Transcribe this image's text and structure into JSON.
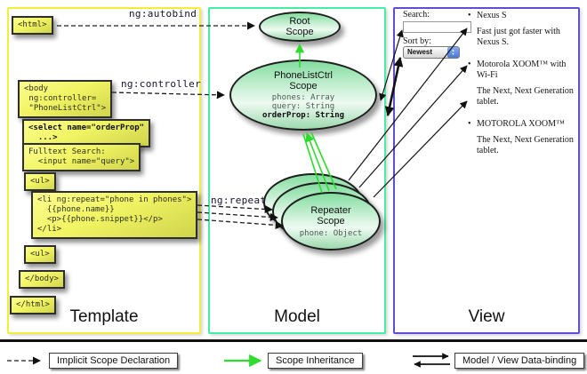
{
  "columns": {
    "template": "Template",
    "model": "Model",
    "view": "View"
  },
  "code": {
    "html_open": "<html>",
    "body_open": "<body\n ng:controller=\n \"PhoneListCtrl\">",
    "select_orderprop": "<select name=\"orderProp\"\n  ...>",
    "fulltext_search": "Fulltext Search:\n  <input name=\"query\">",
    "ul_open": "<ul>",
    "li_repeat": "<li ng:repeat=\"phone in phones\">\n  {{phone.name}}\n  <p>{{phone.snippet}}</p>\n</li>",
    "ul_close": "<ul>",
    "body_close": "</body>",
    "html_close": "</html>"
  },
  "directives": {
    "autobind": "ng:autobind",
    "controller": "ng:controller",
    "repeat": "ng:repeat"
  },
  "scopes": {
    "root": {
      "title": "Root\nScope"
    },
    "phonelist": {
      "title": "PhoneListCtrl\nScope",
      "prop_phones": "phones: Array",
      "prop_query": "query: String",
      "prop_orderprop": "orderProp: String"
    },
    "repeater": {
      "title": "Repeater\nScope",
      "prop_phone": "phone: Object"
    }
  },
  "view": {
    "search_label": "Search:",
    "search_value": "",
    "sort_label": "Sort by:",
    "sort_selected": "Newest",
    "items": [
      {
        "name": "Nexus S",
        "snippet": "Fast just got faster with Nexus S."
      },
      {
        "name": "Motorola XOOM™ with Wi-Fi",
        "snippet": "The Next, Next Generation tablet."
      },
      {
        "name": "MOTOROLA XOOM™",
        "snippet": "The Next, Next Generation tablet."
      }
    ]
  },
  "legend": {
    "implicit": "Implicit Scope Declaration",
    "inheritance": "Scope Inheritance",
    "databinding": "Model / View Data-binding"
  },
  "colors": {
    "template_border": "#f2ee3a",
    "model_border": "#46eda5",
    "view_border": "#5f4fd6",
    "code_box_fill": "#f1f463",
    "scope_fill": "#84dda0",
    "inheritance_arrow": "#2ddc2d",
    "dropdown_accent": "#4a78d6"
  }
}
